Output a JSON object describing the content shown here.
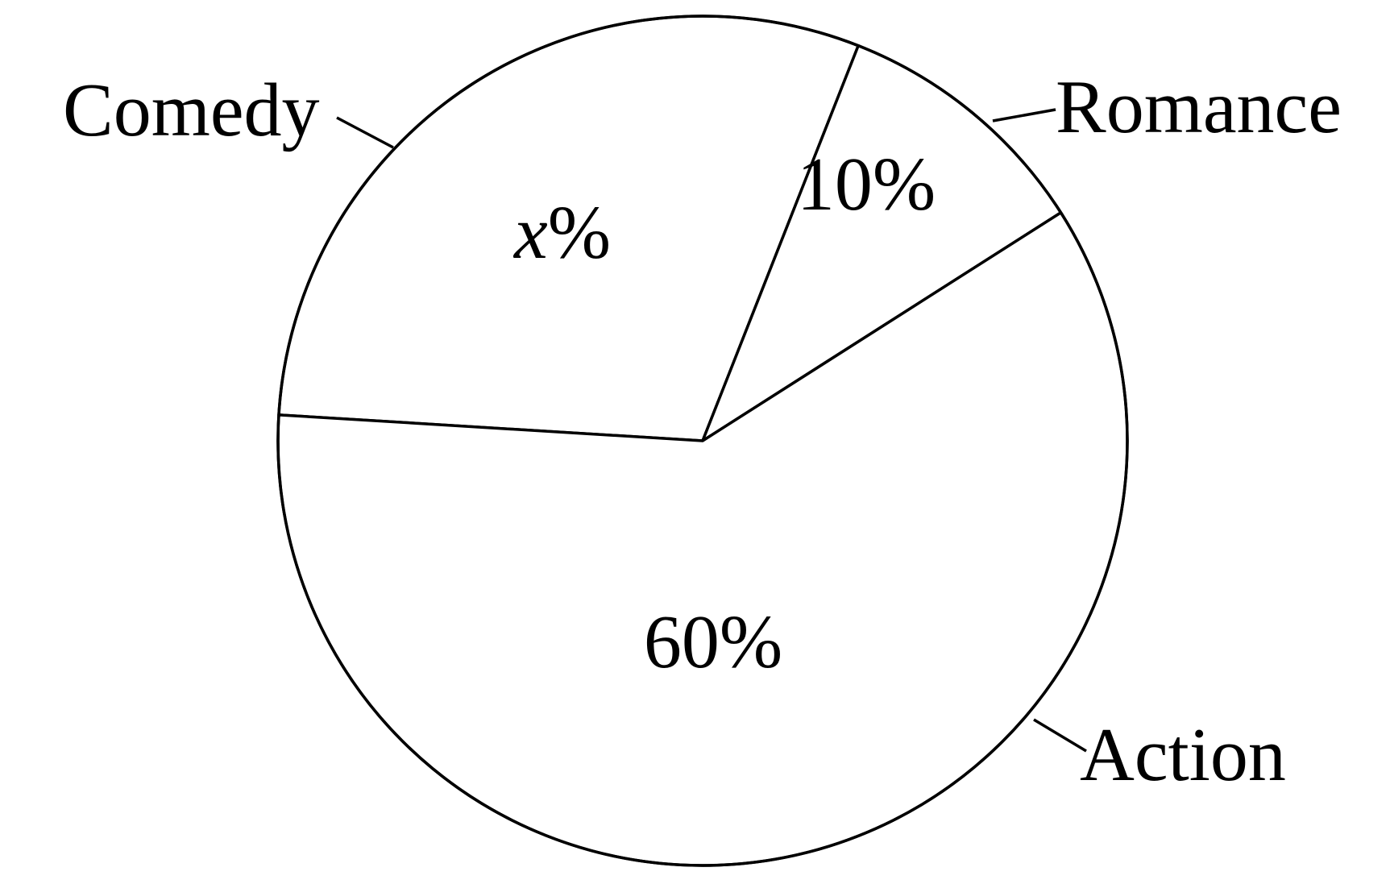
{
  "chart_data": {
    "type": "pie",
    "slices": [
      {
        "label": "Comedy",
        "value_text": "x%",
        "value": 30
      },
      {
        "label": "Romance",
        "value_text": "10%",
        "value": 10
      },
      {
        "label": "Action",
        "value_text": "60%",
        "value": 60
      }
    ],
    "colors": {
      "stroke": "#000000",
      "fill": "#ffffff",
      "background": "#ffffff"
    }
  }
}
